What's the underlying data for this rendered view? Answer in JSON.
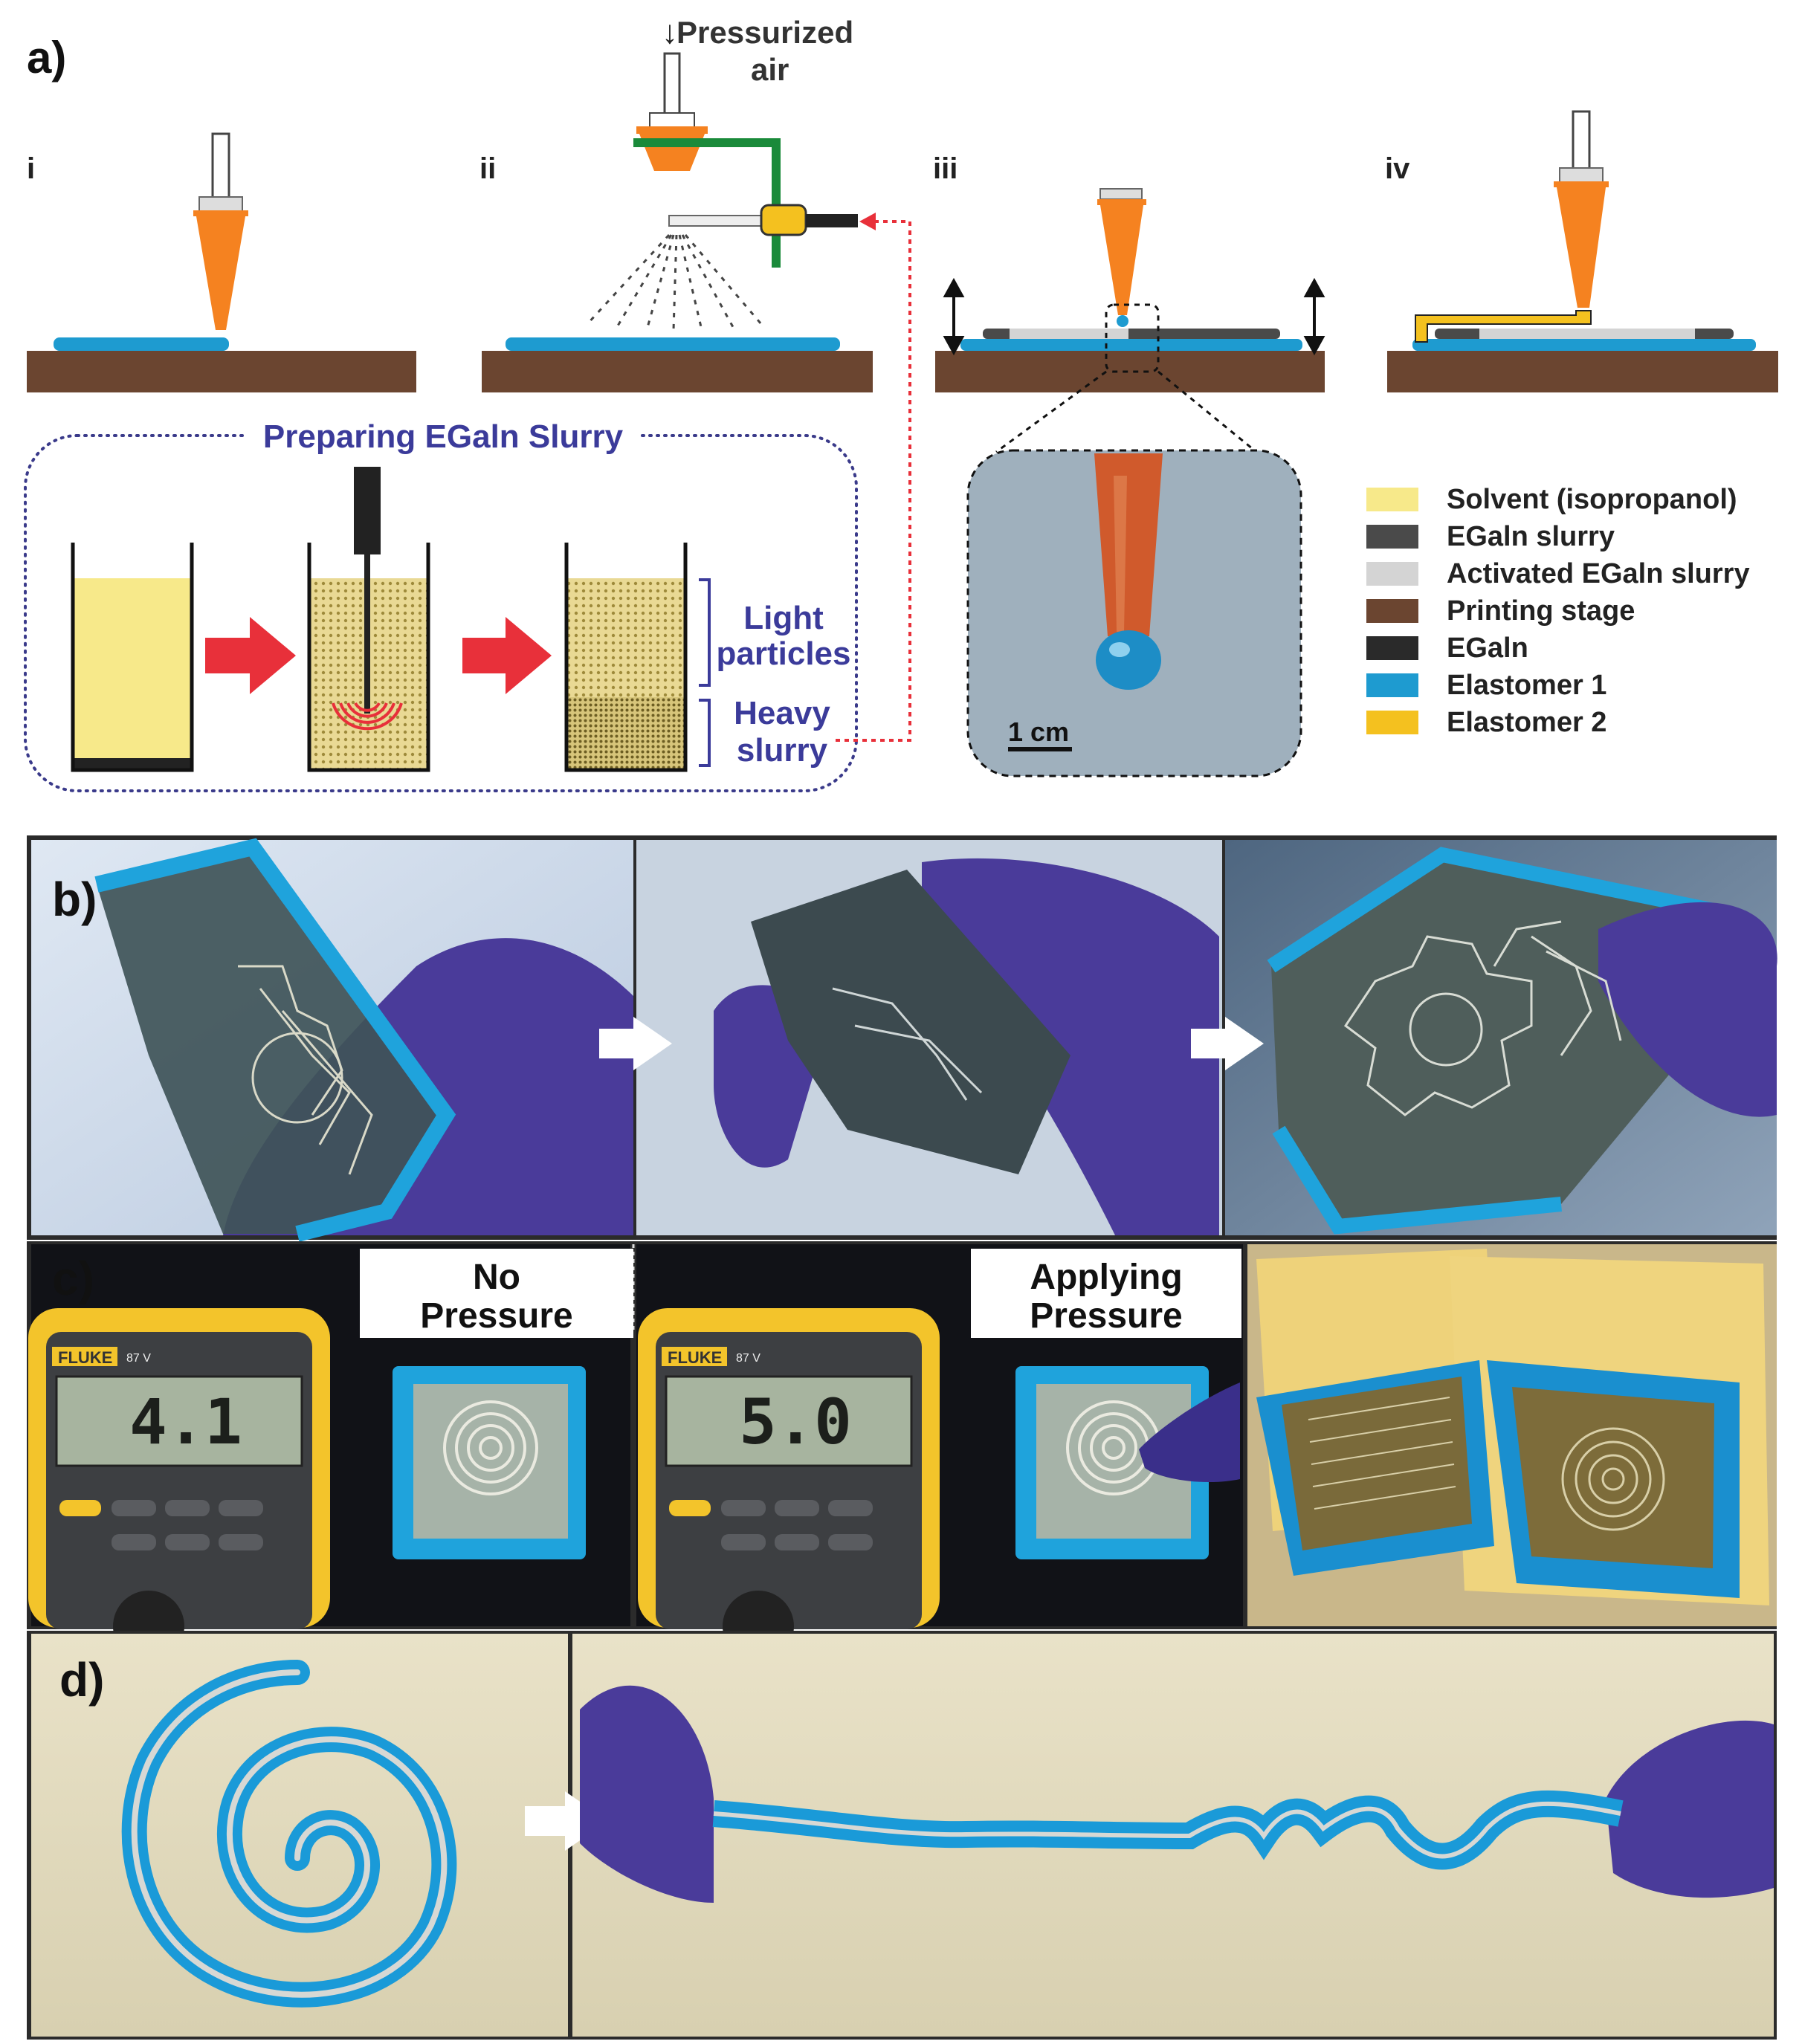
{
  "panel_a": {
    "label": "a)",
    "steps": [
      "i",
      "ii",
      "iii",
      "iv"
    ],
    "air": [
      "Pressurized",
      "air"
    ],
    "slurry_title": "Preparing EGaln Slurry",
    "light": [
      "Light",
      "particles"
    ],
    "heavy": [
      "Heavy",
      "slurry"
    ],
    "scale": "1 cm",
    "legend": [
      {
        "label": "Solvent (isopropanol)",
        "color": "#f7e98a"
      },
      {
        "label": "EGaln slurry",
        "color": "#4a4a4a"
      },
      {
        "label": "Activated EGaln slurry",
        "color": "#d4d4d4"
      },
      {
        "label": "Printing stage",
        "color": "#6b4530"
      },
      {
        "label": "EGaln",
        "color": "#2a2a2a"
      },
      {
        "label": "Elastomer 1",
        "color": "#1e9bd0"
      },
      {
        "label": "Elastomer 2",
        "color": "#f4c11f"
      }
    ]
  },
  "panel_b": {
    "label": "b)"
  },
  "panel_c": {
    "label": "c)",
    "no_pressure": [
      "No",
      "Pressure"
    ],
    "applying": [
      "Applying",
      "Pressure"
    ],
    "reading_1": "4.1",
    "reading_2": "5.0",
    "brand": "FLUKE",
    "model": "87 V"
  },
  "panel_d": {
    "label": "d)"
  },
  "colors": {
    "nozzle": "#f58220",
    "stage": "#6b4530",
    "elastomer1": "#1e9bd0",
    "elastomer2": "#f4c11f",
    "dotted": "#3a3a8a",
    "arrow_red": "#e8303a",
    "label_blue": "#3b3b9a",
    "glove": "#3a2f8a"
  }
}
